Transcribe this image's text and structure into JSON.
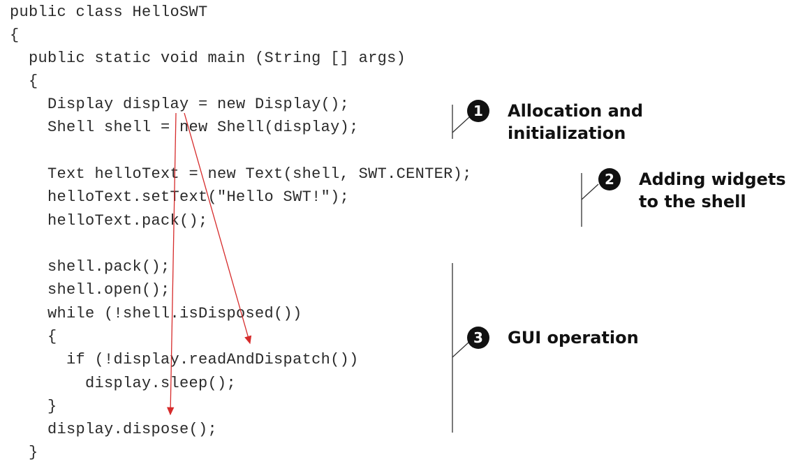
{
  "code": {
    "lines": [
      "public class HelloSWT",
      "{",
      "  public static void main (String [] args)",
      "  {",
      "    Display display = new Display();",
      "    Shell shell = new Shell(display);",
      "",
      "    Text helloText = new Text(shell, SWT.CENTER);",
      "    helloText.setText(\"Hello SWT!\");",
      "    helloText.pack();",
      "",
      "    shell.pack();",
      "    shell.open();",
      "    while (!shell.isDisposed())",
      "    {",
      "      if (!display.readAndDispatch())",
      "        display.sleep();",
      "    }",
      "    display.dispose();",
      "  }"
    ]
  },
  "callouts": [
    {
      "number": "1",
      "text": "Allocation and\ninitialization"
    },
    {
      "number": "2",
      "text": "Adding widgets\nto the shell"
    },
    {
      "number": "3",
      "text": "GUI operation"
    }
  ],
  "colors": {
    "arrow": "#d62b2b",
    "bracket": "#333333",
    "code_text": "#2a2a2a"
  }
}
